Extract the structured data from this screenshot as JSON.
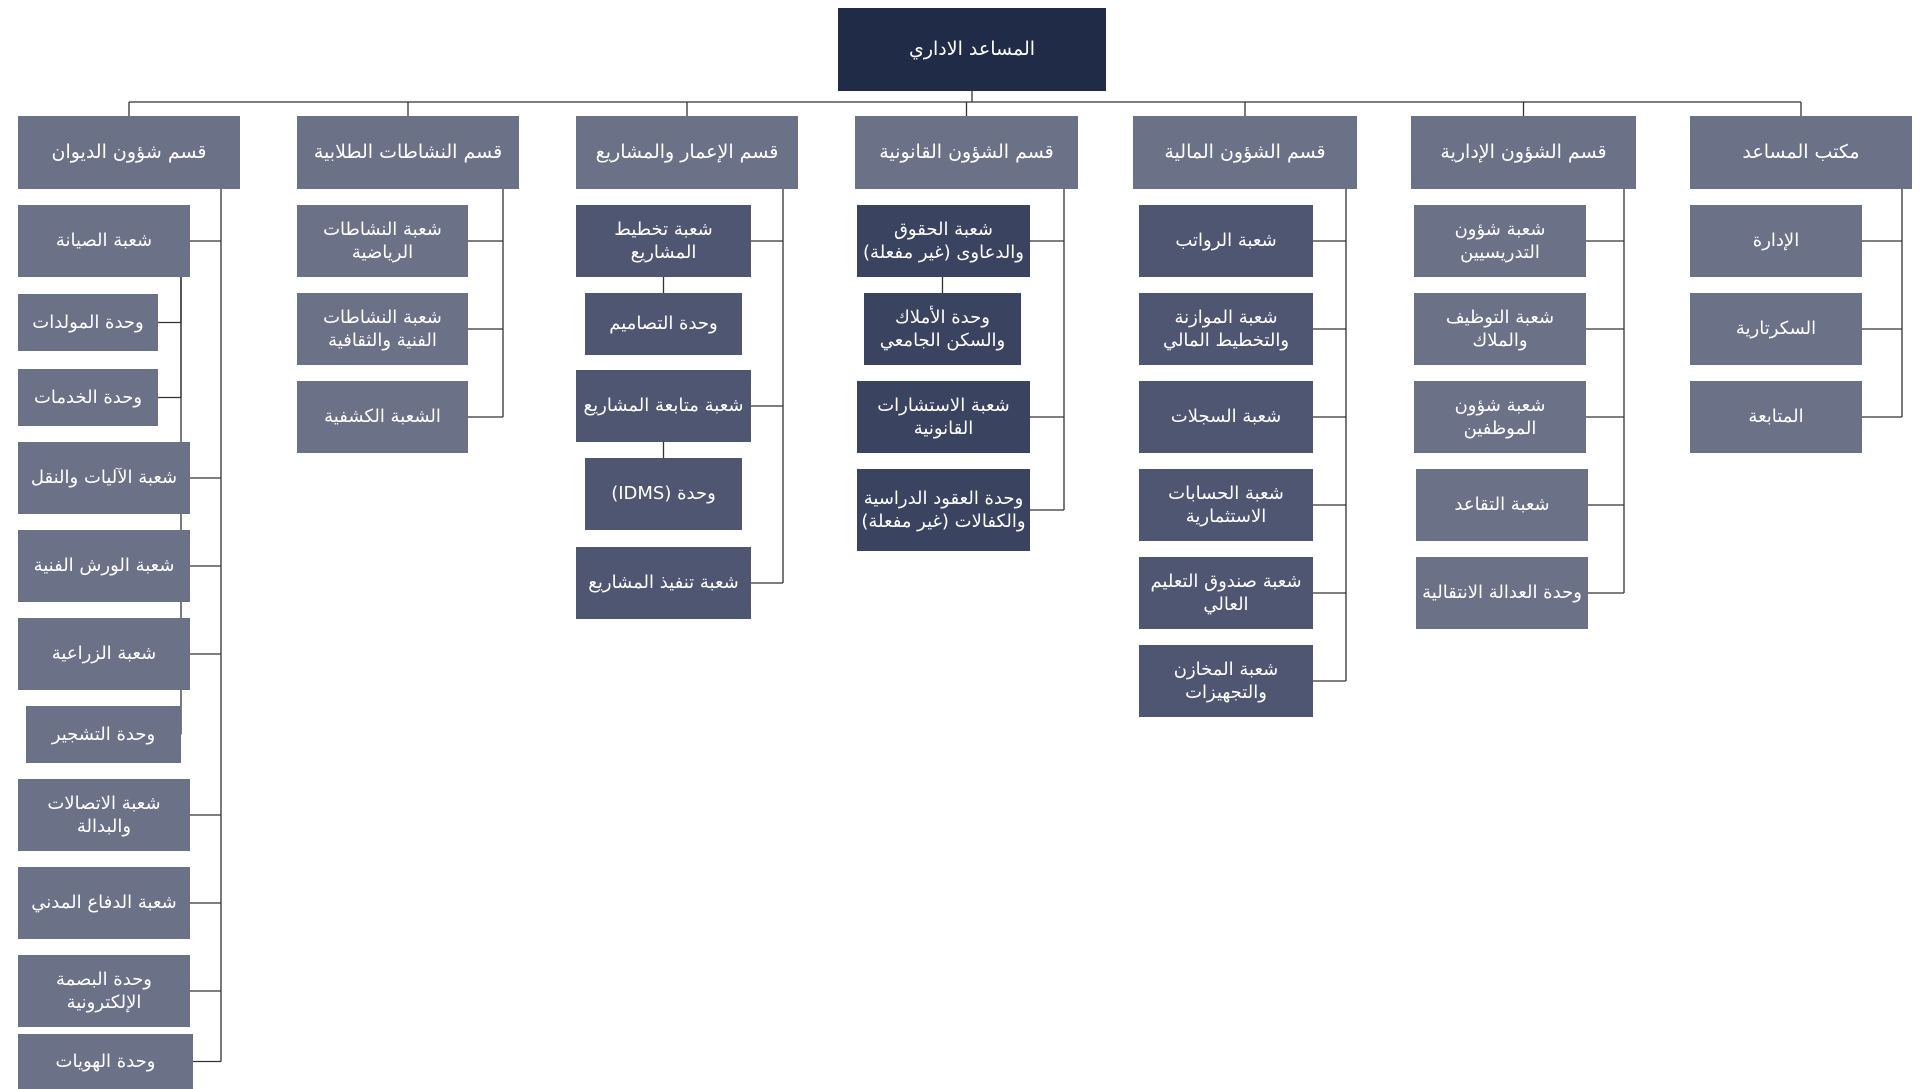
{
  "colors": {
    "root": "#1f2b47",
    "dept": "#6b7187",
    "dark": "#3a4360",
    "mid": "#4f5672",
    "light": "#6b7187",
    "line": "#333333"
  },
  "root": {
    "label": "المساعد الاداري"
  },
  "departments": [
    {
      "key": "assistant_office",
      "label": "مكتب المساعد",
      "shade": "light",
      "children": [
        {
          "label": "الإدارة"
        },
        {
          "label": "السكرتارية"
        },
        {
          "label": "المتابعة"
        }
      ]
    },
    {
      "key": "admin_affairs",
      "label": "قسم الشؤون الإدارية",
      "shade": "light",
      "children": [
        {
          "label": "شعبة شؤون التدريسيين"
        },
        {
          "label": "شعبة التوظيف والملاك"
        },
        {
          "label": "شعبة شؤون الموظفين"
        },
        {
          "label": "شعبة التقاعد"
        },
        {
          "label": "وحدة العدالة الانتقالية"
        }
      ]
    },
    {
      "key": "financial_affairs",
      "label": "قسم الشؤون المالية",
      "shade": "mid",
      "children": [
        {
          "label": "شعبة الرواتب"
        },
        {
          "label": "شعبة الموازنة والتخطيط المالي"
        },
        {
          "label": "شعبة السجلات"
        },
        {
          "label": "شعبة الحسابات الاستثمارية"
        },
        {
          "label": "شعبة صندوق التعليم العالي"
        },
        {
          "label": "شعبة المخازن والتجهيزات"
        }
      ]
    },
    {
      "key": "legal_affairs",
      "label": "قسم الشؤون القانونية",
      "shade": "dark",
      "children": [
        {
          "label": "شعبة الحقوق والدعاوى (غير مفعلة)"
        },
        {
          "label": "وحدة الأملاك والسكن الجامعي",
          "sub": true
        },
        {
          "label": "شعبة الاستشارات القانونية"
        },
        {
          "label": "وحدة العقود الدراسية والكفالات (غير مفعلة)"
        }
      ]
    },
    {
      "key": "construction_projects",
      "label": "قسم الإعمار والمشاريع",
      "shade": "mid",
      "children": [
        {
          "label": "شعبة تخطيط المشاريع"
        },
        {
          "label": "وحدة التصاميم",
          "sub": true
        },
        {
          "label": "شعبة متابعة المشاريع"
        },
        {
          "label": "وحدة (IDMS)",
          "sub": true
        },
        {
          "label": "شعبة تنفيذ المشاريع"
        }
      ]
    },
    {
      "key": "student_activities",
      "label": "قسم النشاطات الطلابية",
      "shade": "light",
      "children": [
        {
          "label": "شعبة النشاطات الرياضية"
        },
        {
          "label": "شعبة النشاطات الفنية والثقافية"
        },
        {
          "label": "الشعبة الكشفية"
        }
      ]
    },
    {
      "key": "diwan_affairs",
      "label": "قسم شؤون الديوان",
      "shade": "light",
      "children": [
        {
          "label": "شعبة الصيانة"
        },
        {
          "label": "وحدة المولدات",
          "sub": true
        },
        {
          "label": "وحدة الخدمات",
          "sub": true
        },
        {
          "label": "شعبة الآليات والنقل"
        },
        {
          "label": "شعبة الورش الفنية"
        },
        {
          "label": "شعبة الزراعية"
        },
        {
          "label": "وحدة التشجير",
          "sub": true
        },
        {
          "label": "شعبة الاتصالات والبدالة"
        },
        {
          "label": "شعبة الدفاع المدني"
        },
        {
          "label": "وحدة البصمة الإلكترونية"
        },
        {
          "label": "وحدة الهويات"
        }
      ]
    }
  ]
}
